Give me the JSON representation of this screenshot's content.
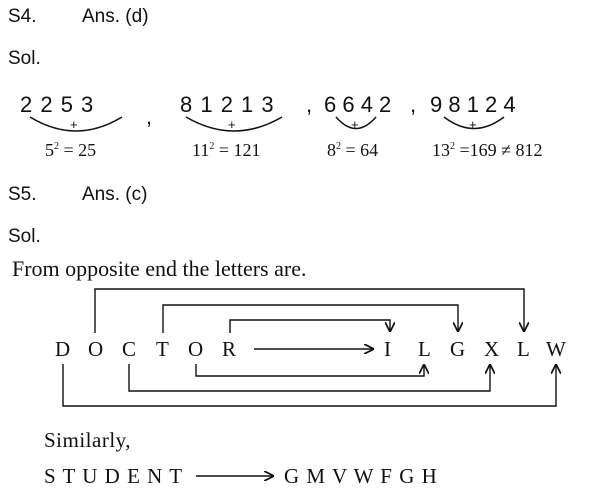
{
  "s4": {
    "label": "S4.",
    "answer": "Ans. (d)",
    "sol": "Sol.",
    "groups": [
      {
        "digits": "2 2 5 3",
        "plus": "+",
        "eq_base": "5",
        "eq_exp": "2",
        "eq_rest": " = 25"
      },
      {
        "digits": "8 1 2 1 3",
        "plus": "+",
        "eq_base": "11",
        "eq_exp": "2",
        "eq_rest": " = 121"
      },
      {
        "digits": "6 6 4 2",
        "plus": "+",
        "eq_base": "8",
        "eq_exp": "2",
        "eq_rest": " = 64"
      },
      {
        "digits": "9 8 1 2 4",
        "plus": "+",
        "eq_base": "13",
        "eq_exp": "2",
        "eq_rest": " =169 ≠ 812"
      }
    ],
    "separators": [
      ",",
      ",",
      ","
    ]
  },
  "s5": {
    "label": "S5.",
    "answer": "Ans. (c)",
    "sol": "Sol.",
    "intro": "From opposite end the letters are.",
    "left_letters": [
      "D",
      "O",
      "C",
      "T",
      "O",
      "R"
    ],
    "right_letters": [
      "I",
      "L",
      "G",
      "X",
      "L",
      "W"
    ],
    "similarly": "Similarly,",
    "word": "S T U D E N T",
    "code": "G M V W F G H"
  }
}
